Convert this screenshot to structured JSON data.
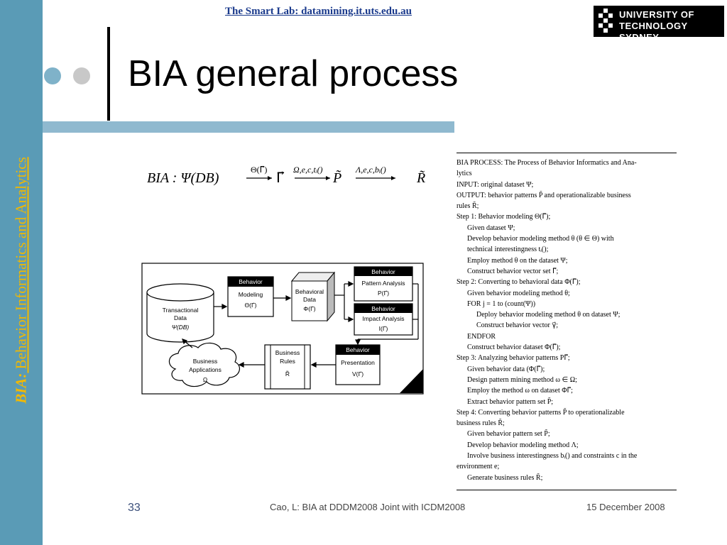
{
  "header": {
    "lab_link": "The Smart Lab: datamining.it.uts.edu.au",
    "logo_line1": "UNIVERSITY OF",
    "logo_line2": "TECHNOLOGY SYDNEY"
  },
  "sidebar": {
    "lead": "BIA:",
    "rest": " Behavior Informatics and Analytics"
  },
  "slide": {
    "title": "BIA general process"
  },
  "formula": {
    "lhs": "BIA : Ψ(DB)",
    "arrow1": "Θ(Γ⃗)",
    "gamma": "Γ⃗",
    "arrow2": "Ω,e,c,tᵢ()",
    "p": "P̃",
    "arrow3": "Λ,e,c,bᵢ()",
    "r": "R̃"
  },
  "diagram": {
    "transactional": [
      "Transactional",
      "Data",
      "Ψ(DB)"
    ],
    "modeling_head": "Behavior",
    "modeling_body": [
      "Modeling",
      "Θ(Γ⃗)"
    ],
    "behavioral_data": [
      "Behavioral",
      "Data",
      "Φ(Γ⃗)"
    ],
    "pattern_head": "Behavior",
    "pattern_body": [
      "Pattern Analysis",
      "P(Γ⃗)"
    ],
    "impact_head": "Behavior",
    "impact_body": [
      "Impact Analysis",
      "I(Γ⃗)"
    ],
    "presentation_head": "Behavior",
    "presentation_body": [
      "Presentation",
      "V(Γ⃗)"
    ],
    "rules": [
      "Business",
      "Rules",
      "R̃"
    ],
    "apps": [
      "Business",
      "Applications",
      "Ω"
    ]
  },
  "algorithm": [
    {
      "indent": 0,
      "text": "BIA PROCESS: The Process of Behavior Informatics and Ana-"
    },
    {
      "indent": 0,
      "text": "lytics"
    },
    {
      "indent": 0,
      "text": "INPUT: original dataset Ψ;"
    },
    {
      "indent": 0,
      "text": "OUTPUT: behavior patterns P̃ and operationalizable business"
    },
    {
      "indent": 0,
      "text": "rules R̃;"
    },
    {
      "indent": 0,
      "text": "Step 1: Behavior modeling Θ(Γ⃗);"
    },
    {
      "indent": 1,
      "text": "Given dataset Ψ;"
    },
    {
      "indent": 1,
      "text": "Develop behavior modeling method θ (θ ∈ Θ) with"
    },
    {
      "indent": 1,
      "text": "technical interestingness tᵢ();"
    },
    {
      "indent": 1,
      "text": "Employ method θ on the dataset Ψ;"
    },
    {
      "indent": 1,
      "text": "Construct behavior vector set Γ⃗;"
    },
    {
      "indent": 0,
      "text": "Step 2: Converting to behavioral data Φ(Γ⃗);"
    },
    {
      "indent": 1,
      "text": "Given behavior modeling method θ;"
    },
    {
      "indent": 1,
      "text": "FOR j = 1 to (count(Ψ))"
    },
    {
      "indent": 2,
      "text": "Deploy behavior modeling method θ on dataset Ψ;"
    },
    {
      "indent": 2,
      "text": "Construct behavior vector γ⃗;"
    },
    {
      "indent": 1,
      "text": "ENDFOR"
    },
    {
      "indent": 1,
      "text": "Construct behavior dataset Φ(Γ⃗);"
    },
    {
      "indent": 0,
      "text": "Step 3: Analyzing behavior patterns PΓ⃗;"
    },
    {
      "indent": 1,
      "text": "Given behavior data (Φ(Γ⃗);"
    },
    {
      "indent": 1,
      "text": "Design pattern mining method ω ∈ Ω;"
    },
    {
      "indent": 1,
      "text": "Employ the method ω on dataset ΦΓ⃗;"
    },
    {
      "indent": 1,
      "text": "Extract behavior pattern set P̃;"
    },
    {
      "indent": 0,
      "text": "Step 4: Converting behavior patterns P̃ to operationalizable"
    },
    {
      "indent": 0,
      "text": "business rules R̃;"
    },
    {
      "indent": 1,
      "text": "Given behavior pattern set P̃;"
    },
    {
      "indent": 1,
      "text": "Develop behavior modeling method Λ;"
    },
    {
      "indent": 1,
      "text": "Involve business interestingness bᵢ() and constraints c in the"
    },
    {
      "indent": 0,
      "text": "environment e;"
    },
    {
      "indent": 1,
      "text": "Generate business rules R̃;"
    }
  ],
  "footer": {
    "page": "33",
    "citation": "Cao, L: BIA at DDDM2008 Joint with ICDM2008",
    "date": "15 December 2008"
  },
  "colors": {
    "sidebar": "#5a9bb6",
    "topbar": "#8fb9cf",
    "accent_text": "#f2b800"
  }
}
